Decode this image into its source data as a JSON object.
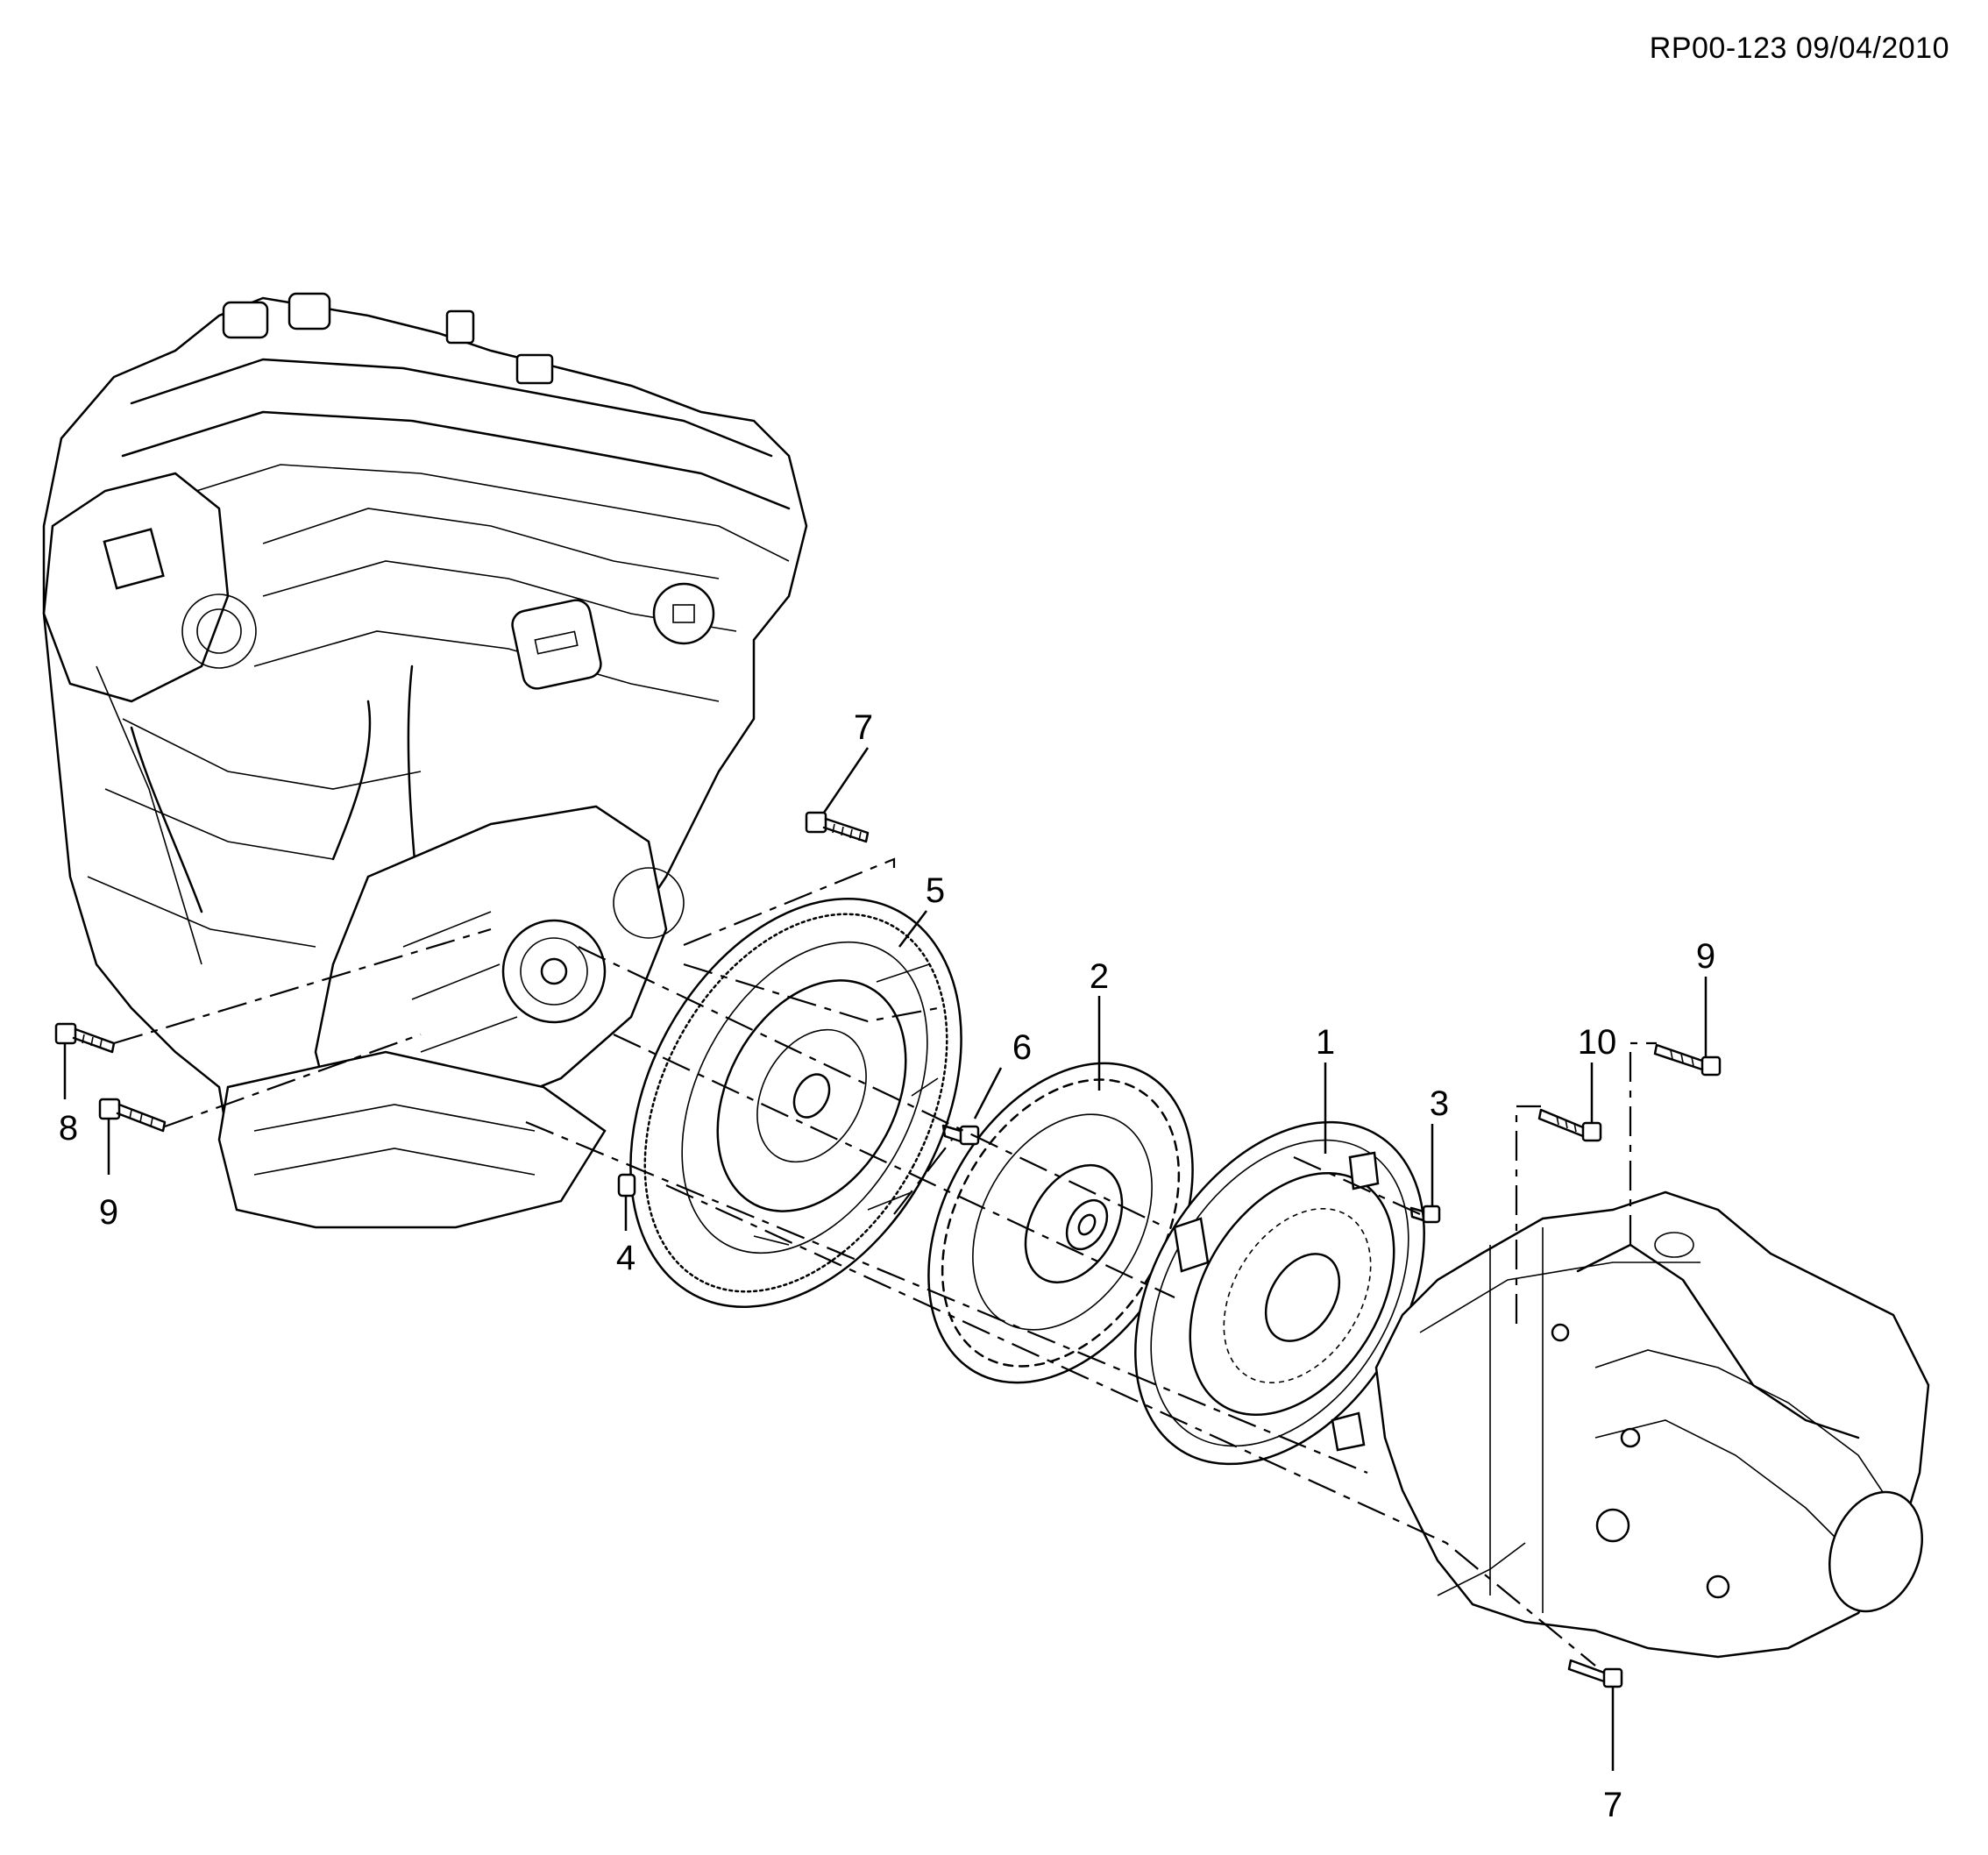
{
  "document_ref": "RP00-123 09/04/2010",
  "callouts": {
    "c7_top": "7",
    "c5": "5",
    "c2": "2",
    "c6": "6",
    "c1": "1",
    "c3": "3",
    "c10": "10",
    "c9_right": "9",
    "c8": "8",
    "c9_left": "9",
    "c4": "4",
    "c7_bottom": "7"
  }
}
